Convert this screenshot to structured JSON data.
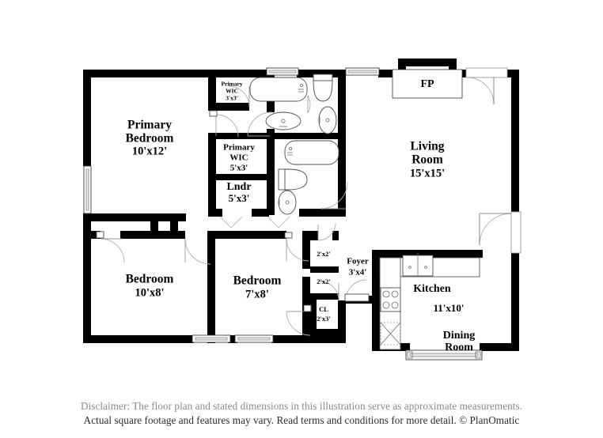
{
  "document": {
    "type": "residential-floor-plan",
    "brand": "PlanOmatic"
  },
  "rooms": [
    {
      "id": "primary-bedroom",
      "name": "Primary\nBedroom",
      "name_line1": "Primary",
      "name_line2": "Bedroom",
      "dimensions": "10'x12'"
    },
    {
      "id": "primary-wic-small",
      "name_line1": "Primary",
      "name_line2": "WIC",
      "dimensions": "3'x3'"
    },
    {
      "id": "primary-wic-large",
      "name_line1": "Primary",
      "name_line2": "WIC",
      "dimensions": "5'x3'"
    },
    {
      "id": "laundry",
      "name_line1": "Lndr",
      "dimensions": "5'x3'"
    },
    {
      "id": "living-room",
      "name_line1": "Living",
      "name_line2": "Room",
      "dimensions": "15'x15'"
    },
    {
      "id": "fireplace",
      "name_line1": "FP",
      "dimensions": ""
    },
    {
      "id": "bedroom-2",
      "name_line1": "Bedroom",
      "dimensions": "10'x8'"
    },
    {
      "id": "bedroom-3",
      "name_line1": "Bedroom",
      "dimensions": "7'x8'"
    },
    {
      "id": "closet-a",
      "name_line1": "",
      "dimensions": "2'x2'"
    },
    {
      "id": "closet-b",
      "name_line1": "",
      "dimensions": "2'x2'"
    },
    {
      "id": "coat-closet",
      "name_line1": "CL",
      "dimensions": "2'x3'"
    },
    {
      "id": "foyer",
      "name_line1": "Foyer",
      "dimensions": "3'x4'"
    },
    {
      "id": "kitchen",
      "name_line1": "Kitchen",
      "dimensions": "11'x10'"
    },
    {
      "id": "dining-room",
      "name_line1": "Dining",
      "name_line2": "Room",
      "dimensions": ""
    }
  ],
  "labels": {
    "primary_bedroom_l1": "Primary",
    "primary_bedroom_l2": "Bedroom",
    "primary_bedroom_dim": "10'x12'",
    "primary_wic_small_l1": "Primary",
    "primary_wic_small_l2": "WIC",
    "primary_wic_small_dim": "3'x3'",
    "primary_wic_large_l1": "Primary",
    "primary_wic_large_l2": "WIC",
    "primary_wic_large_dim": "5'x3'",
    "laundry_l1": "Lndr",
    "laundry_dim": "5'x3'",
    "living_room_l1": "Living",
    "living_room_l2": "Room",
    "living_room_dim": "15'x15'",
    "fireplace": "FP",
    "bedroom2_l1": "Bedroom",
    "bedroom2_dim": "10'x8'",
    "bedroom3_l1": "Bedroom",
    "bedroom3_dim": "7'x8'",
    "closet_a_dim": "2'x2'",
    "closet_b_dim": "2'x2'",
    "coat_closet_l1": "CL",
    "coat_closet_dim": "2'x3'",
    "foyer_l1": "Foyer",
    "foyer_dim": "3'x4'",
    "kitchen_l1": "Kitchen",
    "kitchen_dim": "11'x10'",
    "dining_l1": "Dining",
    "dining_l2": "Room"
  },
  "disclaimer": {
    "line1": "Disclaimer: The floor plan and stated dimensions in this illustration serve as approximate measurements.",
    "line2": "Actual square footage and features may vary. Read terms and conditions for more detail. © PlanOmatic"
  },
  "colors": {
    "wall": "#000000",
    "background": "#ffffff",
    "fixture_stroke": "#4a4a4a",
    "door_arc": "#b0b0b0",
    "window_pane": "#e8e8e8",
    "text": "#000000",
    "disclaimer_text": "#2b2b2b"
  }
}
